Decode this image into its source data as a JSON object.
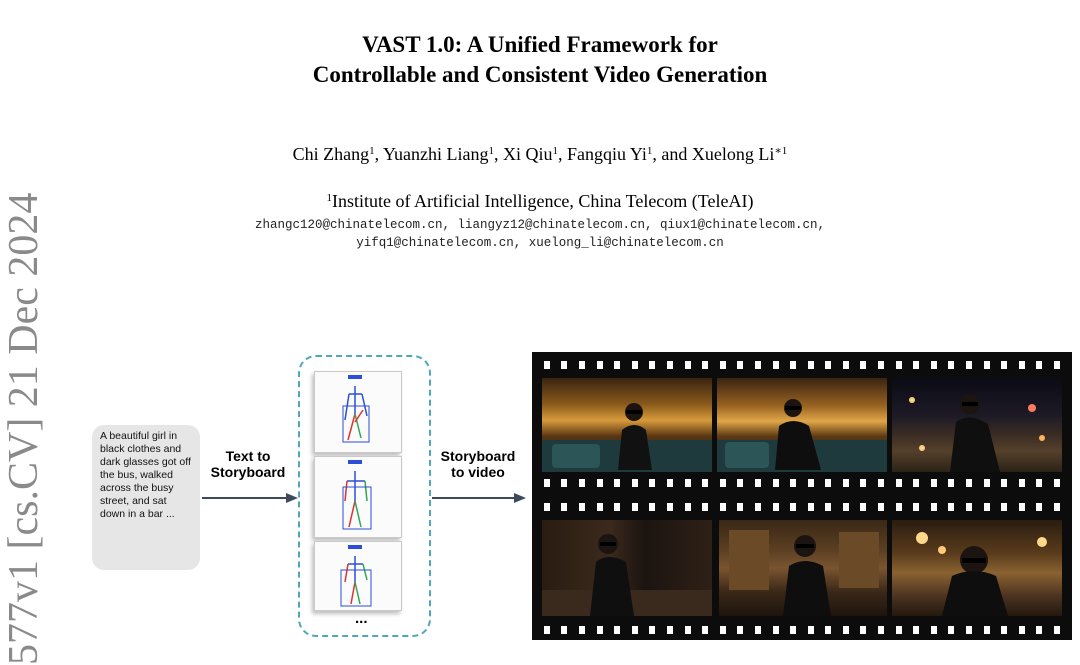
{
  "paper": {
    "title_line1": "VAST 1.0: A Unified Framework for",
    "title_line2": "Controllable and Consistent Video Generation",
    "authors": [
      {
        "name": "Chi Zhang",
        "mark": "1",
        "sep": ", "
      },
      {
        "name": "Yuanzhi Liang",
        "mark": "1",
        "sep": ", "
      },
      {
        "name": "Xi Qiu",
        "mark": "1",
        "sep": ", "
      },
      {
        "name": "Fangqiu Yi",
        "mark": "1",
        "sep": ", and "
      },
      {
        "name": "Xuelong Li",
        "mark": "∗1",
        "sep": ""
      }
    ],
    "affiliation_mark": "1",
    "affiliation": "Institute of Artificial Intelligence, China Telecom (TeleAI)",
    "emails_line1": "zhangc120@chinatelecom.cn, liangyz12@chinatelecom.cn, qiux1@chinatelecom.cn,",
    "emails_line2": "yifq1@chinatelecom.cn, xuelong_li@chinatelecom.cn",
    "arxiv_stamp": "577v1  [cs.CV]  21 Dec 2024"
  },
  "figure": {
    "prompt_text": "A beautiful girl in black clothes and dark glasses got off the bus, walked across the busy street, and sat down in a bar ...",
    "label_text_to_storyboard_1": "Text to",
    "label_text_to_storyboard_2": "Storyboard",
    "label_storyboard_to_video_1": "Storyboard",
    "label_storyboard_to_video_2": "to video",
    "ellipsis": "...",
    "colors": {
      "dashed_border": "#4fa8b5",
      "arrow": "#3d4a5c",
      "film": "#0c0c0c",
      "skeleton_blue": "#2b4fd6",
      "skeleton_red": "#e03131",
      "skeleton_green": "#2fa84f"
    }
  }
}
